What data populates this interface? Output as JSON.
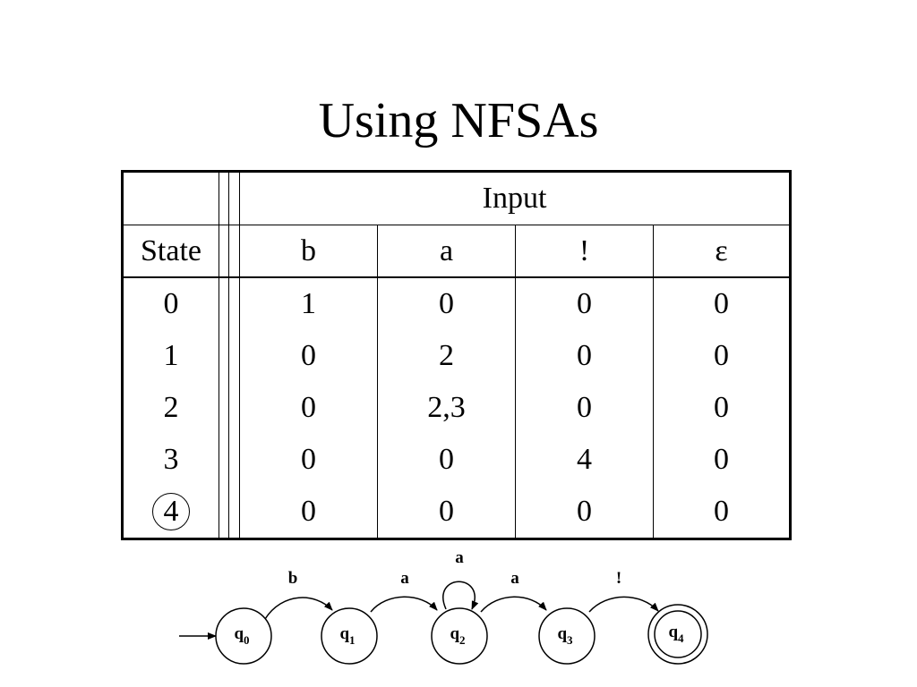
{
  "title": "Using NFSAs",
  "table": {
    "input_header": "Input",
    "state_header": "State",
    "columns": [
      "b",
      "a",
      "!",
      "ε"
    ],
    "rows": [
      {
        "state": "0",
        "values": [
          "1",
          "0",
          "0",
          "0"
        ]
      },
      {
        "state": "1",
        "values": [
          "0",
          "2",
          "0",
          "0"
        ]
      },
      {
        "state": "2",
        "values": [
          "0",
          "2,3",
          "0",
          "0"
        ]
      },
      {
        "state": "3",
        "values": [
          "0",
          "0",
          "4",
          "0"
        ]
      },
      {
        "state": "4",
        "values": [
          "0",
          "0",
          "0",
          "0"
        ],
        "accepting": true
      }
    ]
  },
  "fsa": {
    "states": [
      {
        "label": "q",
        "sub": "0"
      },
      {
        "label": "q",
        "sub": "1"
      },
      {
        "label": "q",
        "sub": "2"
      },
      {
        "label": "q",
        "sub": "3"
      },
      {
        "label": "q",
        "sub": "4",
        "accepting": true
      }
    ],
    "transitions": [
      {
        "from": "q0",
        "to": "q1",
        "label": "b"
      },
      {
        "from": "q1",
        "to": "q2",
        "label": "a"
      },
      {
        "from": "q2",
        "to": "q2",
        "label": "a"
      },
      {
        "from": "q2",
        "to": "q3",
        "label": "a"
      },
      {
        "from": "q3",
        "to": "q4",
        "label": "!"
      }
    ]
  }
}
